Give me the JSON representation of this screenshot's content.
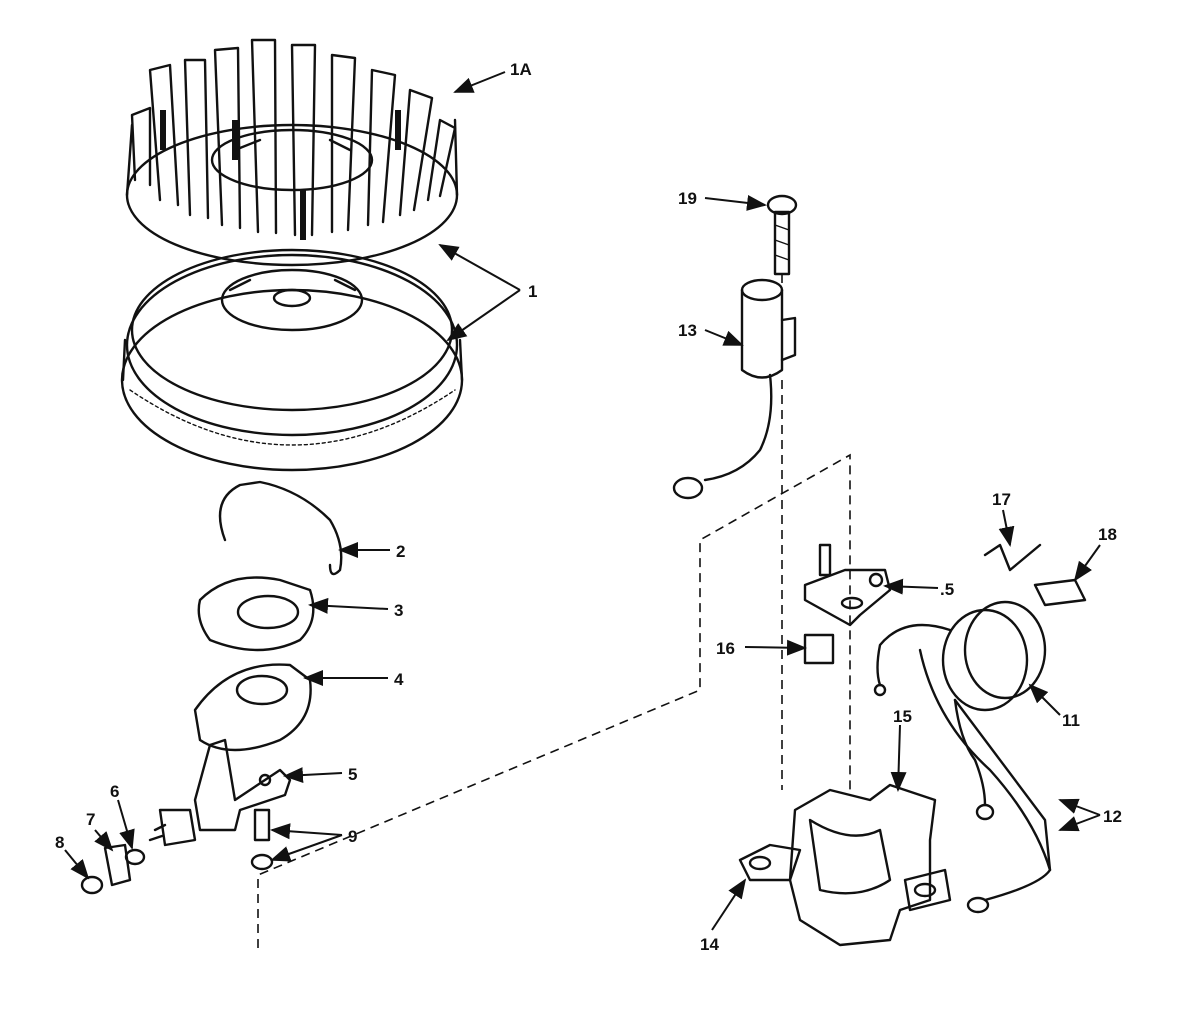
{
  "callouts": [
    {
      "id": "1A",
      "text": "1A"
    },
    {
      "id": "1",
      "text": "1"
    },
    {
      "id": "2",
      "text": "2"
    },
    {
      "id": "3",
      "text": "3"
    },
    {
      "id": "4",
      "text": "4"
    },
    {
      "id": "5a",
      "text": "5"
    },
    {
      "id": "6",
      "text": "6"
    },
    {
      "id": "7",
      "text": "7"
    },
    {
      "id": "8",
      "text": "8"
    },
    {
      "id": "9",
      "text": "9"
    },
    {
      "id": "19",
      "text": "19"
    },
    {
      "id": "13",
      "text": "13"
    },
    {
      "id": "17",
      "text": "17"
    },
    {
      "id": "18",
      "text": "18"
    },
    {
      "id": "5b",
      "text": ".5"
    },
    {
      "id": "16",
      "text": "16"
    },
    {
      "id": "11",
      "text": "11"
    },
    {
      "id": "15",
      "text": "15"
    },
    {
      "id": "12",
      "text": "12"
    },
    {
      "id": "14",
      "text": "14"
    }
  ],
  "colors": {
    "ink": "#111111",
    "paper": "#ffffff"
  }
}
